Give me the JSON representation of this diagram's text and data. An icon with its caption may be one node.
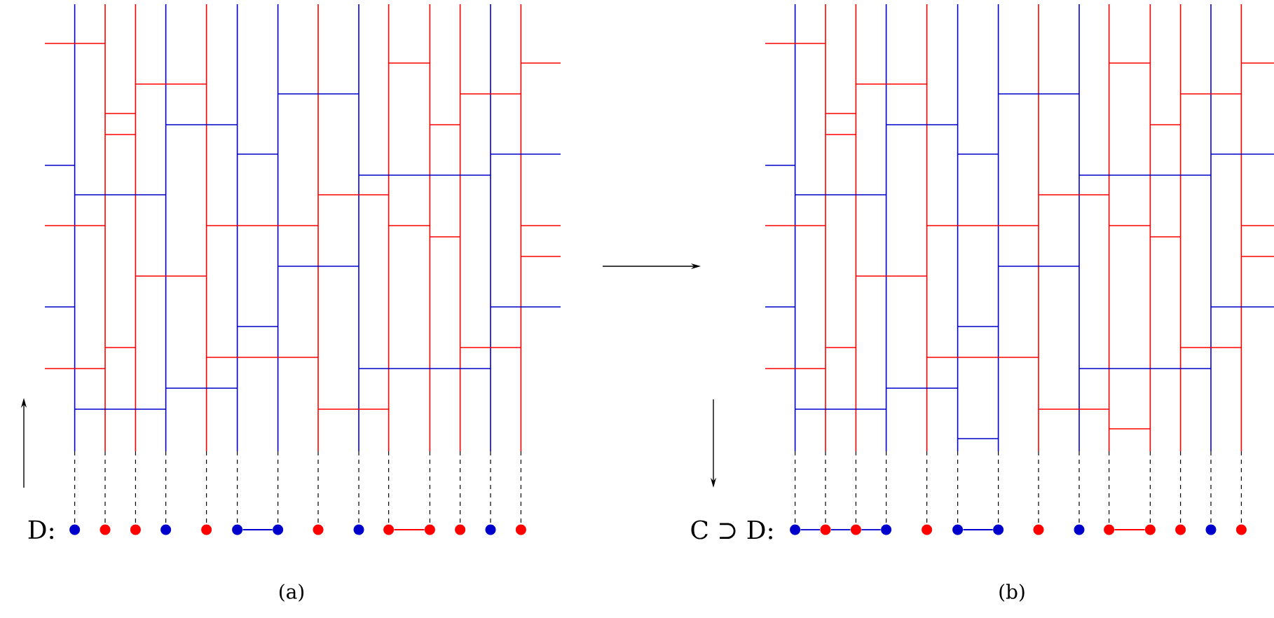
{
  "diagram": {
    "nodes": [
      {
        "text": [],
        "shape": "circle"
      },
      {
        "text": [],
        "shape": "circle"
      },
      {
        "text": [],
        "shape": "circle"
      },
      {
        "text": [],
        "shape": "circle"
      },
      {
        "text": [],
        "shape": "circle"
      },
      {
        "text": [],
        "shape": "circle"
      },
      {
        "text": [],
        "shape": "circle"
      },
      {
        "text": [],
        "shape": "circle"
      },
      {
        "text": [],
        "shape": "circle"
      },
      {
        "text": [],
        "shape": "circle"
      },
      {
        "text": [],
        "shape": "circle"
      },
      {
        "text": [],
        "shape": "circle"
      },
      {
        "text": [],
        "shape": "circle"
      },
      {
        "text": [],
        "shape": "circle"
      },
      {
        "text": [],
        "shape": "circle"
      },
      {
        "text": [],
        "shape": "circle"
      },
      {
        "text": [],
        "shape": "circle"
      },
      {
        "text": [],
        "shape": "circle"
      },
      {
        "text": [],
        "shape": "circle"
      },
      {
        "text": [],
        "shape": "circle"
      },
      {
        "text": [],
        "shape": "circle"
      },
      {
        "text": [],
        "shape": "circle"
      },
      {
        "text": [],
        "shape": "circle"
      },
      {
        "text": [],
        "shape": "circle"
      },
      {
        "text": [],
        "shape": "circle"
      },
      {
        "text": [],
        "shape": "circle"
      },
      {
        "text": [],
        "shape": "circle"
      },
      {
        "text": [],
        "shape": "circle"
      }
    ],
    "edges": [
      {
        "from": 5,
        "to": 6,
        "arrow": "none",
        "color": "#0000cc"
      },
      {
        "from": 9,
        "to": 10,
        "arrow": "none",
        "color": "#ff0000"
      },
      {
        "from": 14,
        "to": 15,
        "arrow": "none",
        "color": "#0000cc"
      },
      {
        "from": 15,
        "to": 16,
        "arrow": "none",
        "color": "#0000cc"
      },
      {
        "from": 16,
        "to": 17,
        "arrow": "none",
        "color": "#0000cc"
      },
      {
        "from": 19,
        "to": 20,
        "arrow": "none",
        "color": "#0000cc"
      },
      {
        "from": 23,
        "to": 24,
        "arrow": "none",
        "color": "#ff0000"
      }
    ],
    "labels": [
      "D:",
      "(a)",
      "C ⊃ D:",
      "(b)"
    ]
  }
}
